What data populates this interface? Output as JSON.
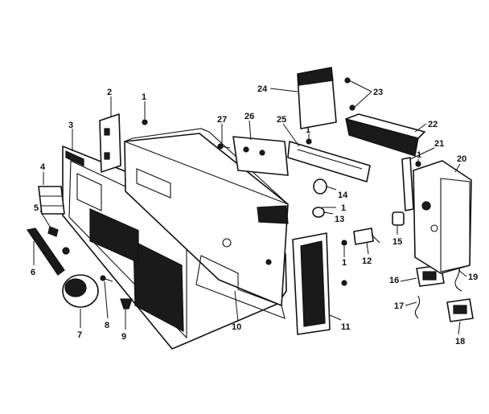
{
  "diagram": {
    "labels": [
      {
        "id": "p1a",
        "text": "1"
      },
      {
        "id": "p2",
        "text": "2"
      },
      {
        "id": "p3",
        "text": "3"
      },
      {
        "id": "p4",
        "text": "4"
      },
      {
        "id": "p5",
        "text": "5"
      },
      {
        "id": "p6",
        "text": "6"
      },
      {
        "id": "p7",
        "text": "7"
      },
      {
        "id": "p8",
        "text": "8"
      },
      {
        "id": "p9",
        "text": "9"
      },
      {
        "id": "p10",
        "text": "10"
      },
      {
        "id": "p11",
        "text": "11"
      },
      {
        "id": "p12",
        "text": "12"
      },
      {
        "id": "p13",
        "text": "13"
      },
      {
        "id": "p14",
        "text": "14"
      },
      {
        "id": "p15",
        "text": "15"
      },
      {
        "id": "p16",
        "text": "16"
      },
      {
        "id": "p17",
        "text": "17"
      },
      {
        "id": "p18",
        "text": "18"
      },
      {
        "id": "p19",
        "text": "19"
      },
      {
        "id": "p20",
        "text": "20"
      },
      {
        "id": "p21",
        "text": "21"
      },
      {
        "id": "p22",
        "text": "22"
      },
      {
        "id": "p23",
        "text": "23"
      },
      {
        "id": "p24",
        "text": "24"
      },
      {
        "id": "p25",
        "text": "25"
      },
      {
        "id": "p26",
        "text": "26"
      },
      {
        "id": "p27",
        "text": "27"
      },
      {
        "id": "p1b",
        "text": "1"
      },
      {
        "id": "p1c",
        "text": "1"
      },
      {
        "id": "p1d",
        "text": "1"
      },
      {
        "id": "p1e",
        "text": "1"
      }
    ]
  }
}
